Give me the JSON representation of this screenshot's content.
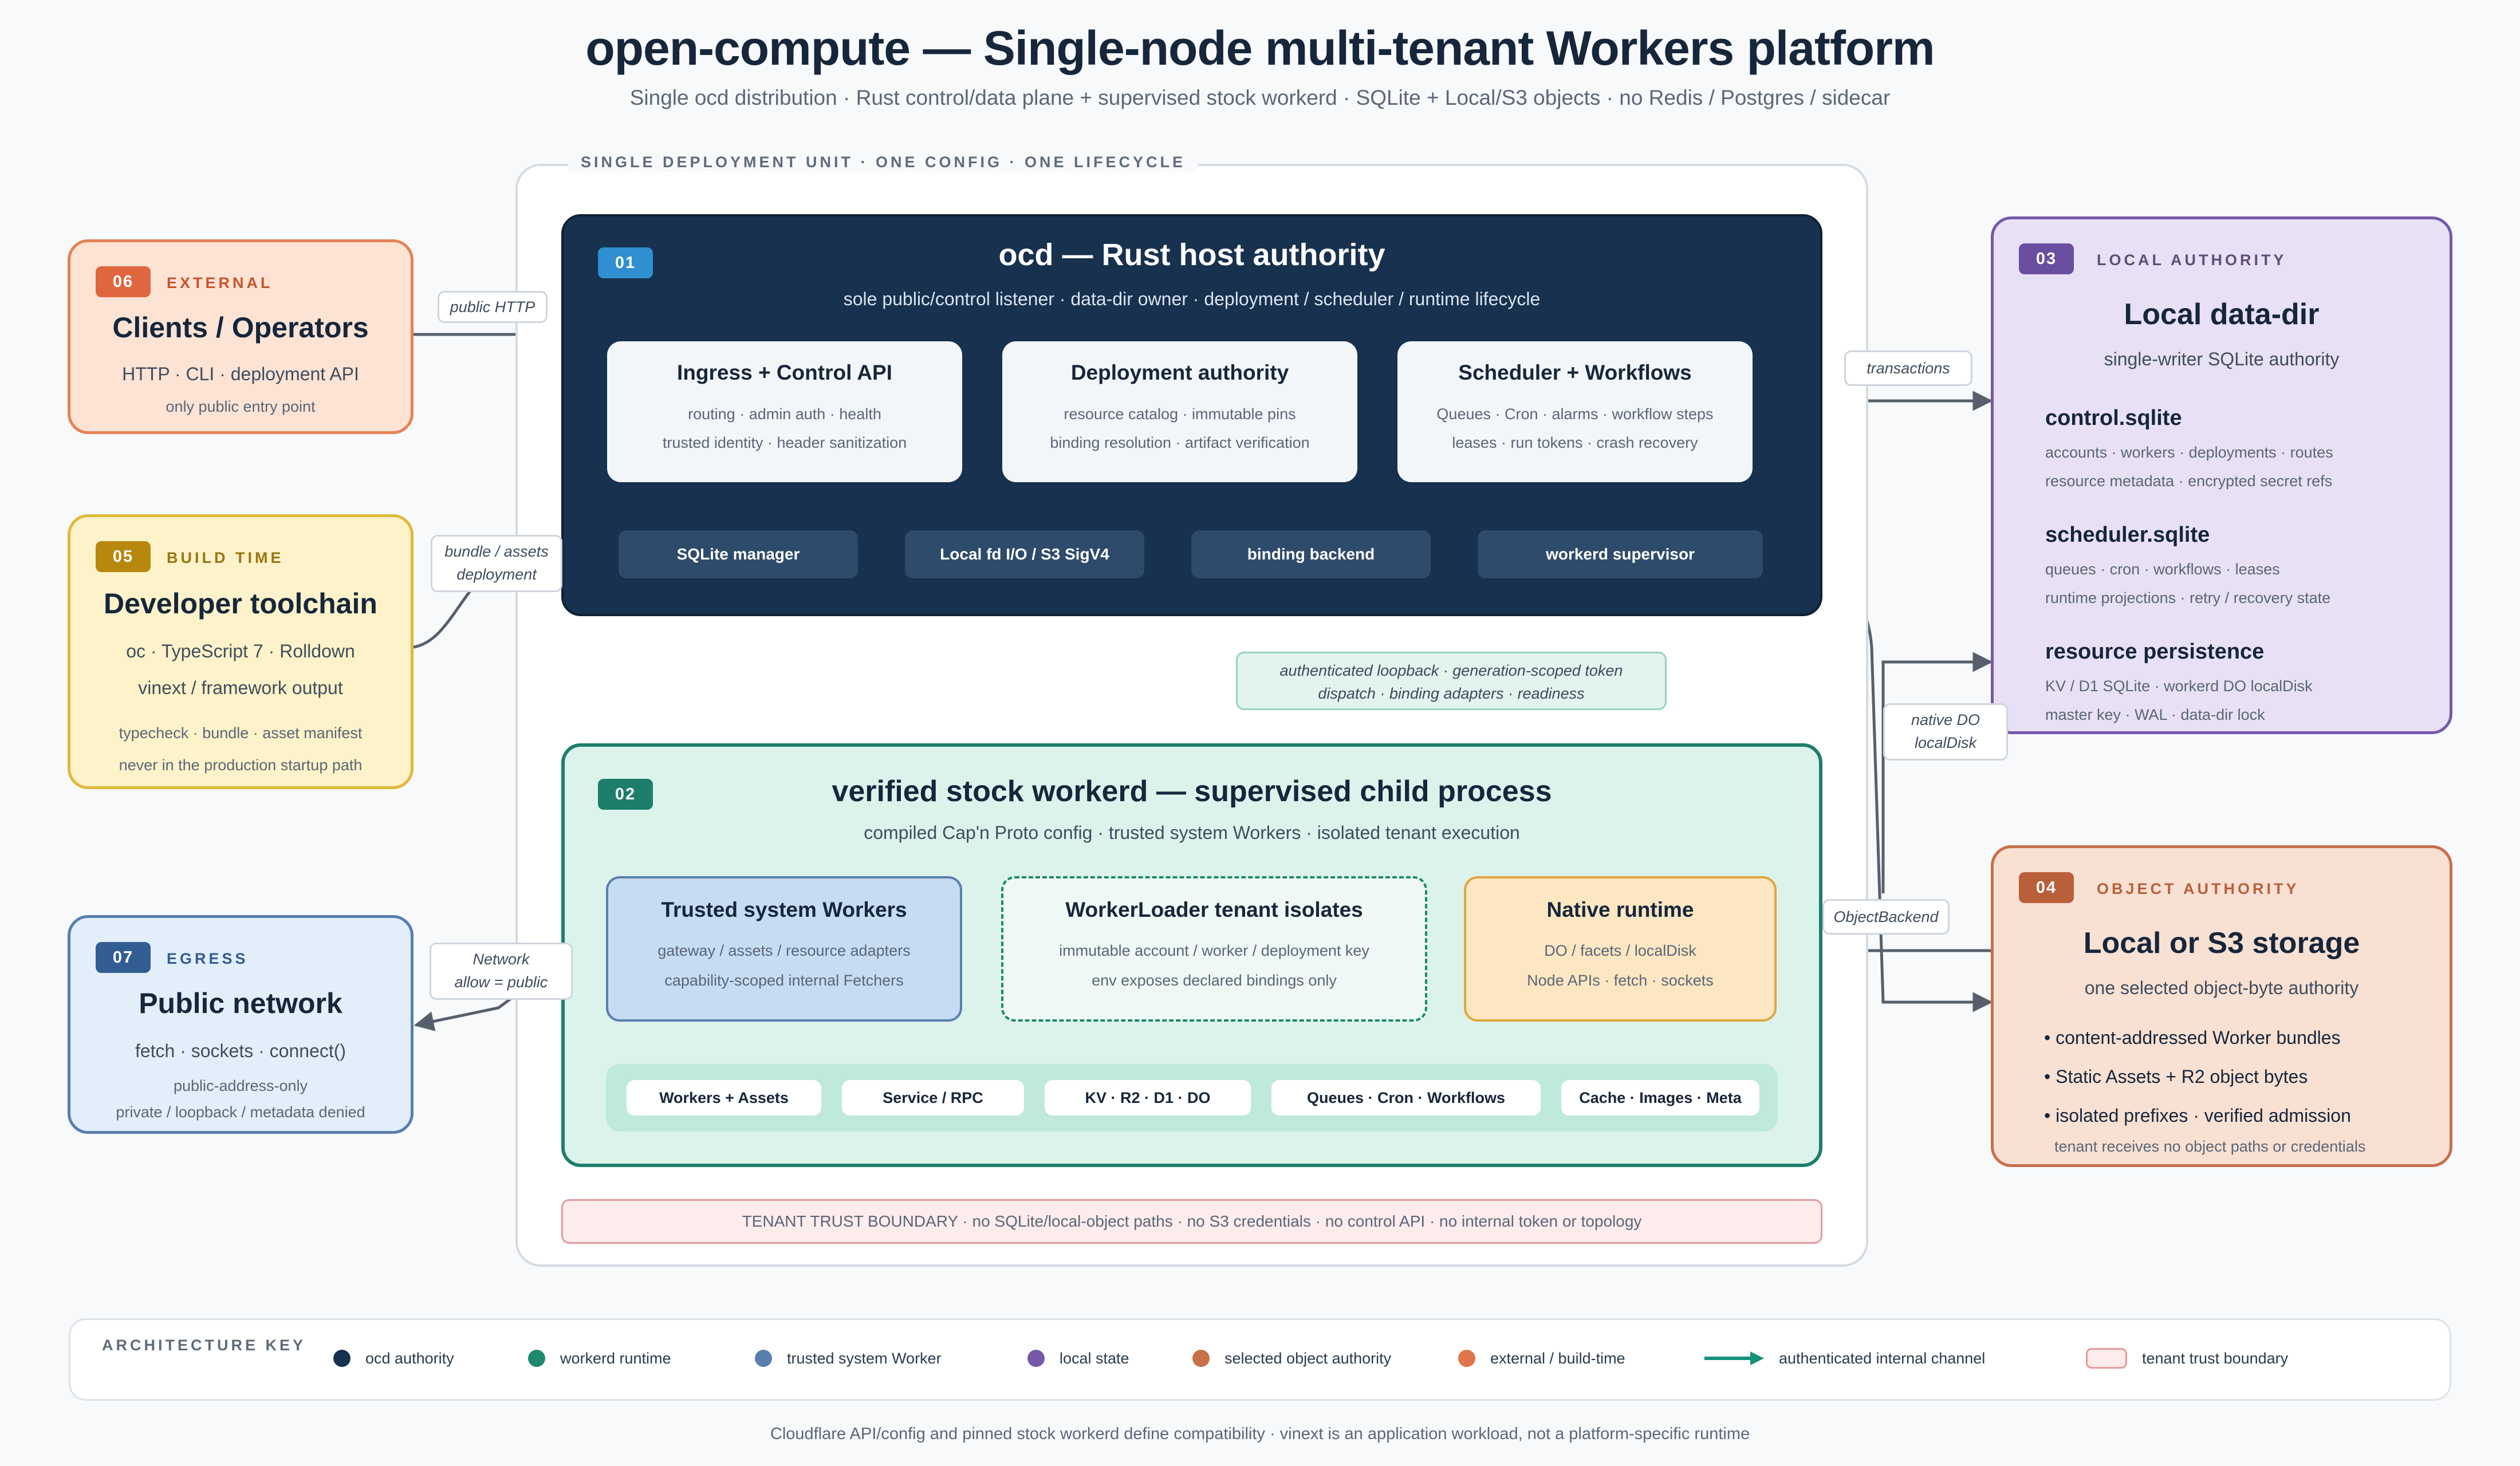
{
  "header": {
    "title": "open-compute — Single-node multi-tenant Workers platform",
    "subtitle": "Single ocd distribution · Rust control/data plane + supervised stock workerd · SQLite + Local/S3 objects · no Redis / Postgres / sidecar"
  },
  "deployment_unit": {
    "label": "SINGLE DEPLOYMENT UNIT · ONE CONFIG · ONE LIFECYCLE"
  },
  "ocd": {
    "badge": "01",
    "title": "ocd — Rust host authority",
    "subtitle": "sole public/control listener · data-dir owner · deployment / scheduler / runtime lifecycle",
    "cards": [
      {
        "title": "Ingress + Control API",
        "line1": "routing · admin auth · health",
        "line2": "trusted identity · header sanitization"
      },
      {
        "title": "Deployment authority",
        "line1": "resource catalog · immutable pins",
        "line2": "binding resolution · artifact verification"
      },
      {
        "title": "Scheduler + Workflows",
        "line1": "Queues · Cron · alarms · workflow steps",
        "line2": "leases · run tokens · crash recovery"
      }
    ],
    "pills": [
      "SQLite manager",
      "Local fd I/O / S3 SigV4",
      "binding backend",
      "workerd supervisor"
    ]
  },
  "channel": {
    "line1": "authenticated loopback · generation-scoped token",
    "line2": "dispatch · binding adapters · readiness"
  },
  "workerd": {
    "badge": "02",
    "title": "verified stock workerd — supervised child process",
    "subtitle": "compiled Cap'n Proto config · trusted system Workers · isolated tenant execution",
    "cards": [
      {
        "title": "Trusted system Workers",
        "line1": "gateway / assets / resource adapters",
        "line2": "capability-scoped internal Fetchers"
      },
      {
        "title": "WorkerLoader tenant isolates",
        "line1": "immutable account / worker / deployment key",
        "line2": "env exposes declared bindings only"
      },
      {
        "title": "Native runtime",
        "line1": "DO / facets / localDisk",
        "line2": "Node APIs · fetch · sockets"
      }
    ],
    "pills": [
      "Workers + Assets",
      "Service / RPC",
      "KV · R2 · D1 · DO",
      "Queues · Cron · Workflows",
      "Cache · Images · Meta"
    ]
  },
  "trust_boundary": "TENANT TRUST BOUNDARY · no SQLite/local-object paths · no S3 credentials · no control API · no internal token or topology",
  "external": {
    "badge": "06",
    "kicker": "EXTERNAL",
    "title": "Clients / Operators",
    "line1": "HTTP · CLI · deployment API",
    "small1": "only public entry point"
  },
  "build": {
    "badge": "05",
    "kicker": "BUILD TIME",
    "title": "Developer toolchain",
    "line1": "oc · TypeScript 7 · Rolldown",
    "line2": "vinext / framework output",
    "small1": "typecheck · bundle · asset manifest",
    "small2": "never in the production startup path"
  },
  "egress": {
    "badge": "07",
    "kicker": "EGRESS",
    "title": "Public network",
    "line1": "fetch · sockets · connect()",
    "small1": "public-address-only",
    "small2": "private / loopback / metadata denied"
  },
  "local": {
    "badge": "03",
    "kicker": "LOCAL AUTHORITY",
    "title": "Local data-dir",
    "subtitle": "single-writer SQLite authority",
    "sections": [
      {
        "title": "control.sqlite",
        "line1": "accounts · workers · deployments · routes",
        "line2": "resource metadata · encrypted secret refs"
      },
      {
        "title": "scheduler.sqlite",
        "line1": "queues · cron · workflows · leases",
        "line2": "runtime projections · retry / recovery state"
      },
      {
        "title": "resource persistence",
        "line1": "KV / D1 SQLite · workerd DO localDisk",
        "line2": "master key · WAL · data-dir lock"
      }
    ]
  },
  "object": {
    "badge": "04",
    "kicker": "OBJECT AUTHORITY",
    "title": "Local or S3 storage",
    "subtitle": "one selected object-byte authority",
    "bullets": [
      "• content-addressed Worker bundles",
      "• Static Assets + R2 object bytes",
      "• isolated prefixes · verified admission"
    ],
    "small1": "tenant receives no object paths or credentials"
  },
  "edge_labels": {
    "public_http": "public HTTP",
    "bundle1": "bundle / assets",
    "bundle2": "deployment",
    "network1": "Network",
    "network2": "allow = public",
    "transactions": "transactions",
    "native1": "native DO",
    "native2": "localDisk",
    "object_backend": "ObjectBackend"
  },
  "legend": {
    "title": "ARCHITECTURE KEY",
    "items": [
      {
        "label": "ocd authority",
        "color": "#17314f"
      },
      {
        "label": "workerd runtime",
        "color": "#1d8a6f"
      },
      {
        "label": "trusted system Worker",
        "color": "#5a7fad"
      },
      {
        "label": "local state",
        "color": "#7559a8"
      },
      {
        "label": "selected object authority",
        "color": "#c7704a"
      },
      {
        "label": "external / build-time",
        "color": "#e0754a"
      },
      {
        "label": "authenticated internal channel",
        "color": "#15917a"
      },
      {
        "label": "tenant trust boundary",
        "color": "#e89a9a"
      }
    ]
  },
  "footer": "Cloudflare API/config and pinned stock workerd define compatibility · vinext is an application workload, not a platform-specific runtime"
}
